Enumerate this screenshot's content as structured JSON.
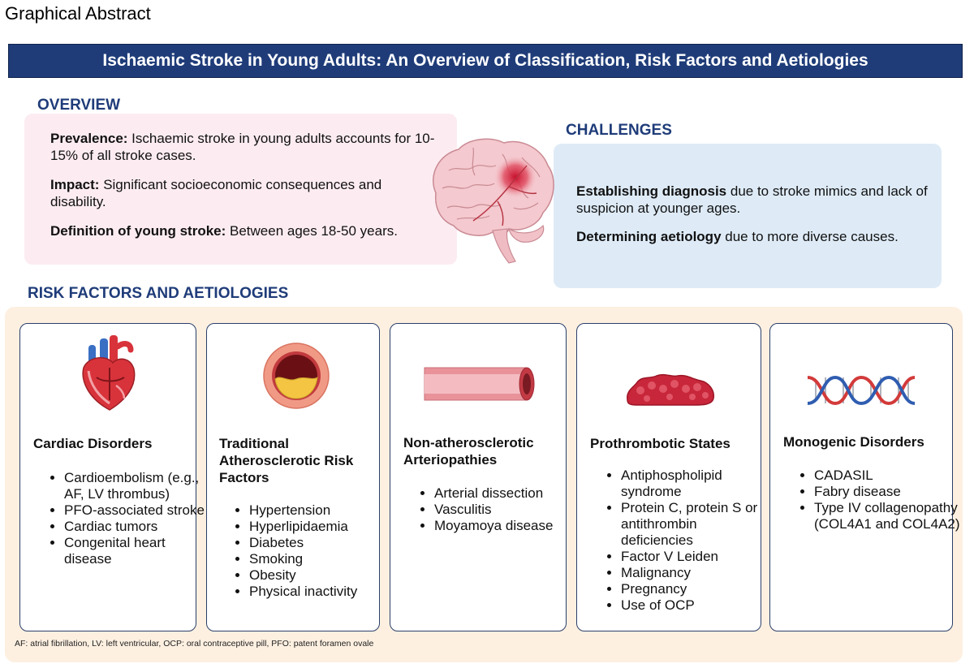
{
  "graphical_abstract_label": "Graphical Abstract",
  "title": "Ischaemic Stroke in Young Adults: An Overview of Classification, Risk Factors  and Aetiologies",
  "overview": {
    "heading": "OVERVIEW",
    "items": [
      {
        "label": "Prevalence:",
        "text": " Ischaemic stroke in young adults accounts for 10-15% of all stroke cases."
      },
      {
        "label": "Impact:",
        "text": " Significant socioeconomic consequences and disability."
      },
      {
        "label": "Definition of young stroke:",
        "text": " Between ages 18-50 years."
      }
    ]
  },
  "challenges": {
    "heading": "CHALLENGES",
    "items": [
      {
        "label": "Establishing diagnosis",
        "text": " due to stroke mimics and lack of suspicion at younger ages."
      },
      {
        "label": "Determining aetiology",
        "text": " due to more diverse causes."
      }
    ]
  },
  "risk_factors": {
    "heading": "RISK FACTORS AND AETIOLOGIES",
    "cards": [
      {
        "title": "Cardiac Disorders",
        "icon": "heart-icon",
        "items": [
          "Cardioembolism (e.g., AF, LV thrombus)",
          "PFO-associated stroke",
          "Cardiac tumors",
          "Congenital heart disease"
        ]
      },
      {
        "title": "Traditional Atherosclerotic Risk Factors",
        "icon": "artery-plaque-icon",
        "items": [
          "Hypertension",
          "Hyperlipidaemia",
          "Diabetes",
          "Smoking",
          "Obesity",
          "Physical inactivity"
        ]
      },
      {
        "title": "Non-atherosclerotic Arteriopathies",
        "icon": "vessel-icon",
        "items": [
          "Arterial dissection",
          "Vasculitis",
          "Moyamoya disease"
        ]
      },
      {
        "title": "Prothrombotic States",
        "icon": "blood-clot-icon",
        "items": [
          "Antiphospholipid syndrome",
          "Protein C, protein S or antithrombin deficiencies",
          "Factor V Leiden",
          "Malignancy",
          "Pregnancy",
          "Use of OCP"
        ]
      },
      {
        "title": "Monogenic Disorders",
        "icon": "dna-icon",
        "items": [
          "CADASIL",
          "Fabry disease",
          "Type IV collagenopathy (COL4A1 and COL4A2)"
        ]
      }
    ]
  },
  "footnote": "AF: atrial fibrillation,  LV: left ventricular, OCP: oral contraceptive pill, PFO: patent foramen ovale",
  "colors": {
    "banner": "#1f3c79",
    "heading": "#1f3c79",
    "overview_bg": "#fcecf2",
    "challenges_bg": "#deebf7",
    "risk_bg": "#fdf0e1",
    "card_border": "#2a3f6a"
  }
}
